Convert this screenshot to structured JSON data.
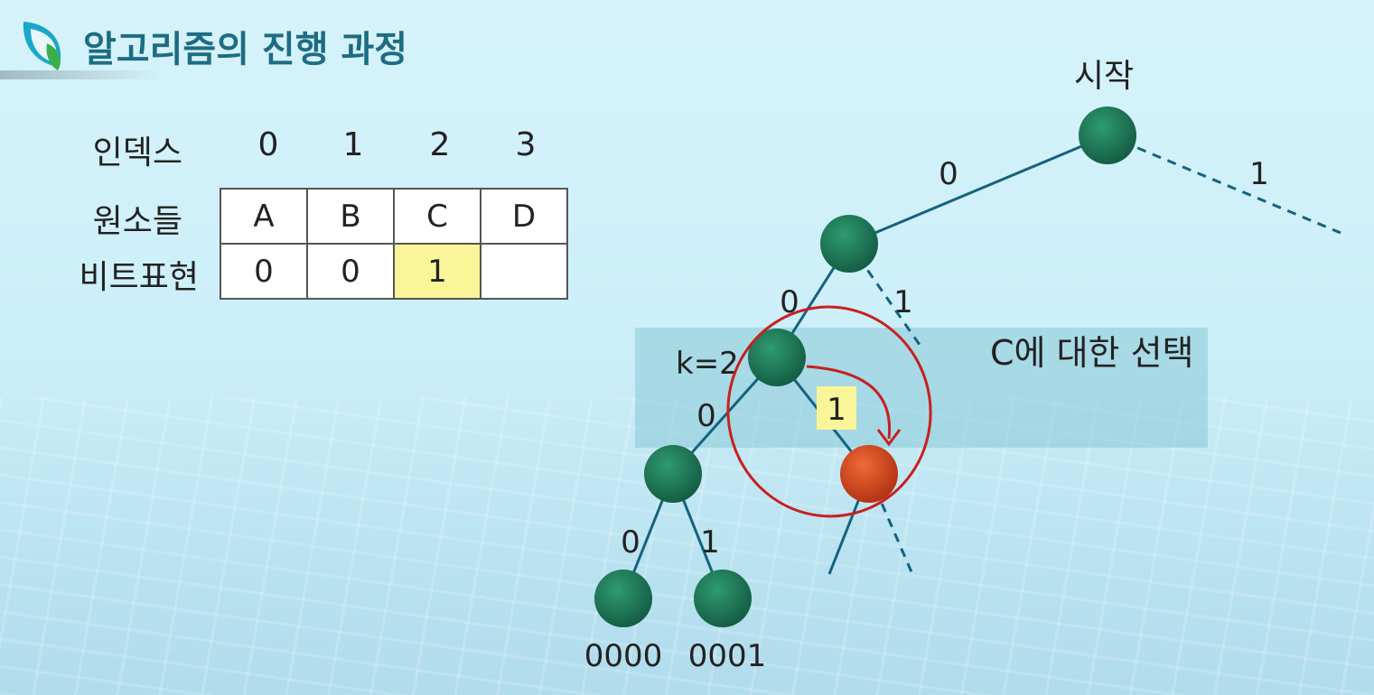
{
  "title": "알고리즘의 진행 과정",
  "table": {
    "index_label": "인덱스",
    "indices": [
      "0",
      "1",
      "2",
      "3"
    ],
    "elements_label": "원소들",
    "elements": [
      "A",
      "B",
      "C",
      "D"
    ],
    "bits_label": "비트표현",
    "bits": [
      "0",
      "0",
      "1",
      ""
    ],
    "highlight_color": "#fbf59a"
  },
  "tree": {
    "start_label": "시작",
    "band_label": "C에 대한 선택",
    "k_label": "k=2",
    "edge_labels": {
      "root_left": "0",
      "root_right": "1",
      "n1_left": "0",
      "n1_right": "1",
      "n2_left": "0",
      "n2_right": "1",
      "n3_left": "0",
      "n3_right": "1"
    },
    "leaf_labels": [
      "0000",
      "0001"
    ],
    "node_color": "#1e7d5a",
    "selected_node_color": "#d2461e",
    "edge_color": "#14627e",
    "annotation_color": "#c82020"
  }
}
